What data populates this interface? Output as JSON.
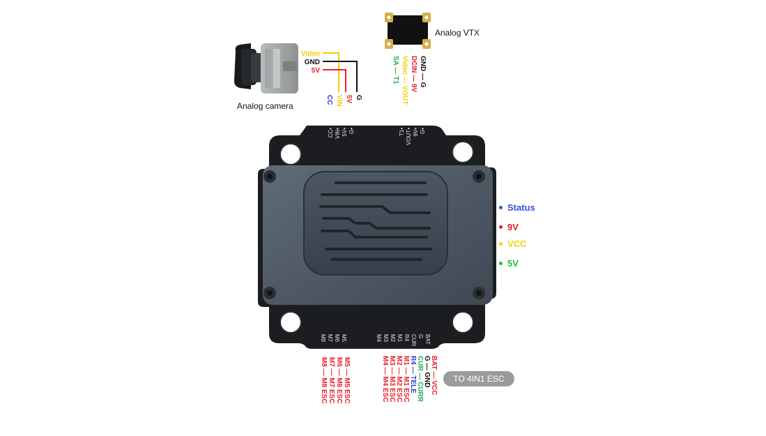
{
  "camera": {
    "caption": "Analog camera",
    "wires": [
      {
        "text": "Video",
        "color": "#f0d000"
      },
      {
        "text": "GND",
        "color": "#111111"
      },
      {
        "text": "5V",
        "color": "#e8202a"
      }
    ],
    "pins": [
      {
        "text": "CC",
        "color": "#2c3bdc"
      },
      {
        "text": "VIN",
        "color": "#f0d000"
      },
      {
        "text": "5V",
        "color": "#e8202a"
      },
      {
        "text": "G",
        "color": "#111111"
      }
    ]
  },
  "vtx": {
    "caption": "Analog VTX",
    "wires": [
      {
        "text": "GND — G",
        "color": "#111111"
      },
      {
        "text": "DCIN — 9V",
        "color": "#e8202a"
      },
      {
        "text": "Video — VOUT",
        "color": "#f0d000"
      },
      {
        "text": "SA — T1",
        "color": "#22b14c"
      }
    ]
  },
  "board_pins": {
    "top_left": [
      "CC",
      "VIN",
      "5V",
      "G"
    ],
    "top_right": [
      "T1",
      "VOUT",
      "9V",
      "G"
    ],
    "bottom_left": [
      "M8",
      "M7",
      "M6",
      "M5"
    ],
    "bottom_right": [
      "M4",
      "M3",
      "M2",
      "M1",
      "R4",
      "CUR",
      "G",
      "BAT"
    ]
  },
  "esc_left": [
    {
      "text": "M8 — M8 ESC",
      "color": "#e8202a"
    },
    {
      "text": "M7 — M7 ESC",
      "color": "#e8202a"
    },
    {
      "text": "M6 — M6 ESC",
      "color": "#e8202a"
    },
    {
      "text": "M5 — M5 ESC",
      "color": "#e8202a"
    }
  ],
  "esc_right": [
    {
      "text": "M4 — M4 ESC",
      "color": "#e8202a"
    },
    {
      "text": "M3 — M3 ESC",
      "color": "#e8202a"
    },
    {
      "text": "M2 — M2 ESC",
      "color": "#e8202a"
    },
    {
      "text": "M1 — M1 ESC",
      "color": "#e8202a"
    },
    {
      "text": "R4 — TELE",
      "color": "#2c3bdc"
    },
    {
      "text": "CUR — CURR",
      "color": "#22b14c"
    },
    {
      "text": "G — GND",
      "color": "#111111"
    },
    {
      "text": "BAT — VCC",
      "color": "#e8202a"
    }
  ],
  "esc_badge": "TO 4IN1 ESC",
  "legend": [
    {
      "text": "Status",
      "color": "#3050e0"
    },
    {
      "text": "9V",
      "color": "#e8202a"
    },
    {
      "text": "VCC",
      "color": "#f0d000"
    },
    {
      "text": "5V",
      "color": "#22c030"
    }
  ]
}
